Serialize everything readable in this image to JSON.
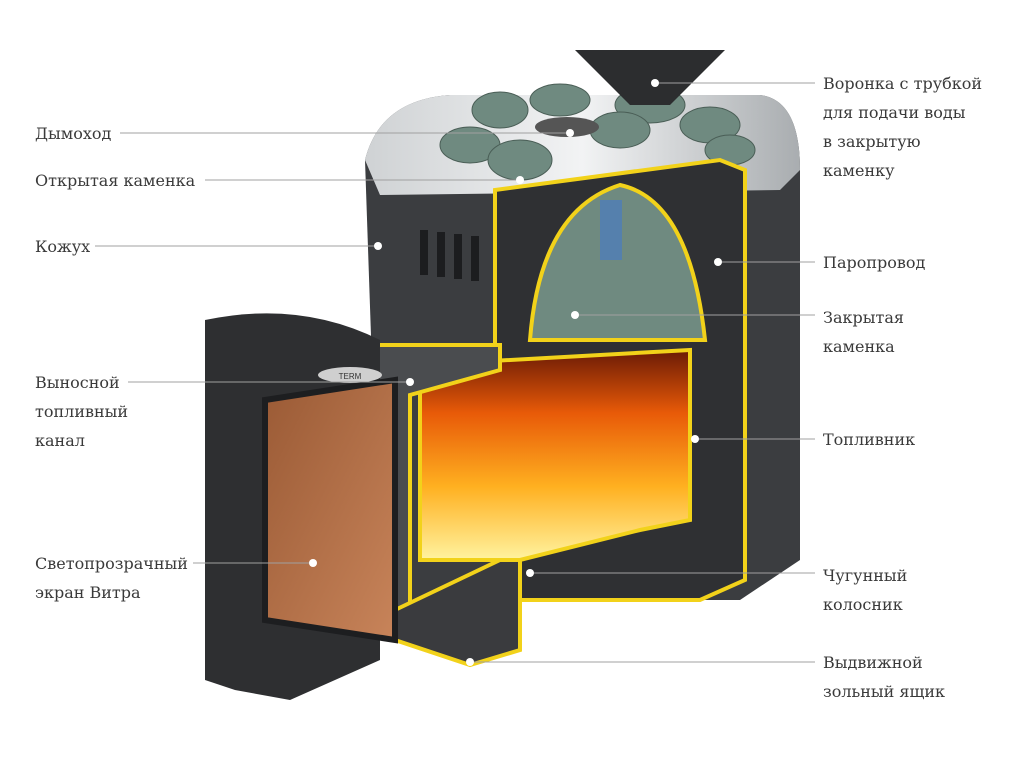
{
  "colors": {
    "body": "#3b3d40",
    "outline": "#f2d21a",
    "line": "#9a9a9a",
    "fire": "#f07a10",
    "stone": "#6f8a80"
  },
  "logo_text": "TERMOFOR",
  "labels_left": {
    "chimney": [
      "Дымоход"
    ],
    "open_heater": [
      "Открытая каменка"
    ],
    "casing": [
      "Кожух"
    ],
    "fuel_channel": [
      "Выносной",
      "топливный",
      "канал"
    ],
    "glass_screen": [
      "Светопрозрачный",
      "экран Витра"
    ]
  },
  "labels_right": {
    "funnel": [
      "Воронка с трубкой",
      "для подачи воды",
      "в закрытую",
      "каменку"
    ],
    "steam_pipe": [
      "Паропровод"
    ],
    "closed_heater": [
      "Закрытая",
      "каменка"
    ],
    "firebox": [
      "Топливник"
    ],
    "grate": [
      "Чугунный",
      "колосник"
    ],
    "ash_box": [
      "Выдвижной",
      "зольный ящик"
    ]
  }
}
